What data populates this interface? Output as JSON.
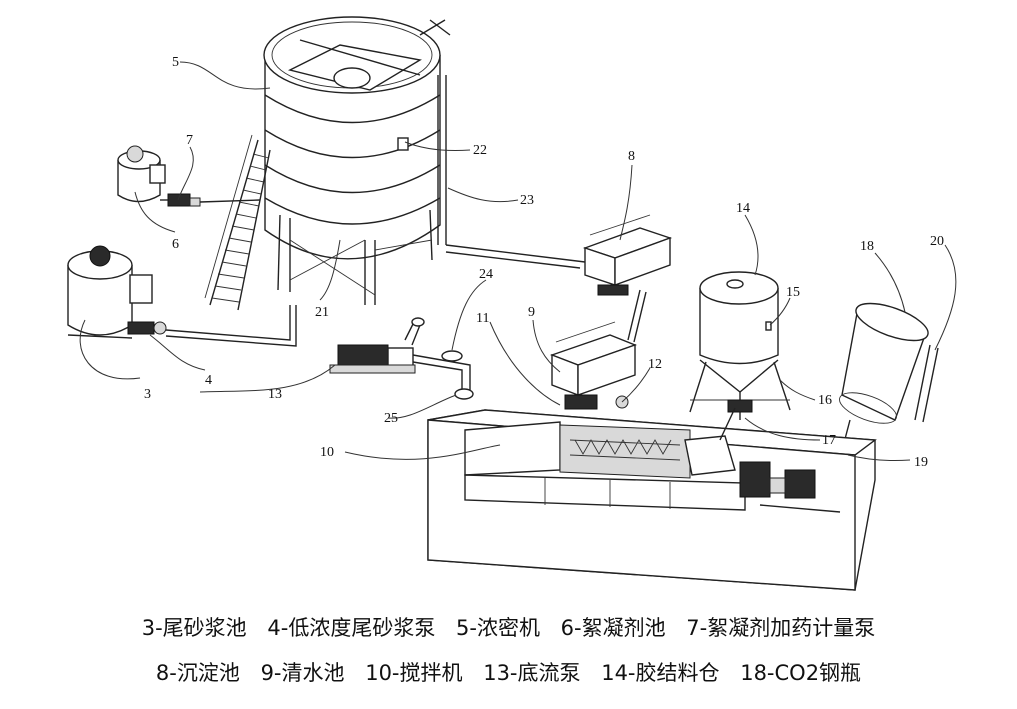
{
  "callouts": [
    "3",
    "4",
    "5",
    "6",
    "7",
    "8",
    "9",
    "10",
    "11",
    "12",
    "13",
    "14",
    "15",
    "16",
    "17",
    "18",
    "19",
    "20",
    "21",
    "22",
    "23",
    "24",
    "25"
  ],
  "legend": {
    "line1": [
      "3-尾砂浆池",
      "4-低浓度尾砂浆泵",
      "5-浓密机",
      "6-絮凝剂池",
      "7-絮凝剂加药计量泵"
    ],
    "line2": [
      "8-沉淀池",
      "9-清水池",
      "10-搅拌机",
      "13-底流泵",
      "14-胶结料仓",
      "18-CO2钢瓶"
    ]
  }
}
